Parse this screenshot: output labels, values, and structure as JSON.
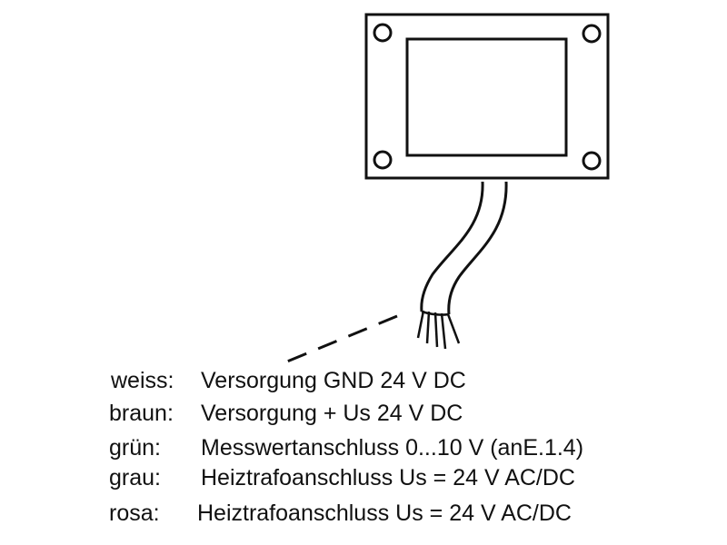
{
  "colors": {
    "line": "#111111",
    "background": "#ffffff"
  },
  "wiring": [
    {
      "color": "weiss:",
      "description": "Versorgung GND 24 V DC"
    },
    {
      "color": "braun:",
      "description": "Versorgung + Us 24 V DC"
    },
    {
      "color": "grün:",
      "description": "Messwertanschluss 0...10 V (anE.1.4)"
    },
    {
      "color": "grau:",
      "description": "Heiztrafoanschluss Us = 24 V AC/DC"
    },
    {
      "color": "rosa:",
      "description": "Heiztrafoanschluss Us = 24 V AC/DC"
    }
  ]
}
